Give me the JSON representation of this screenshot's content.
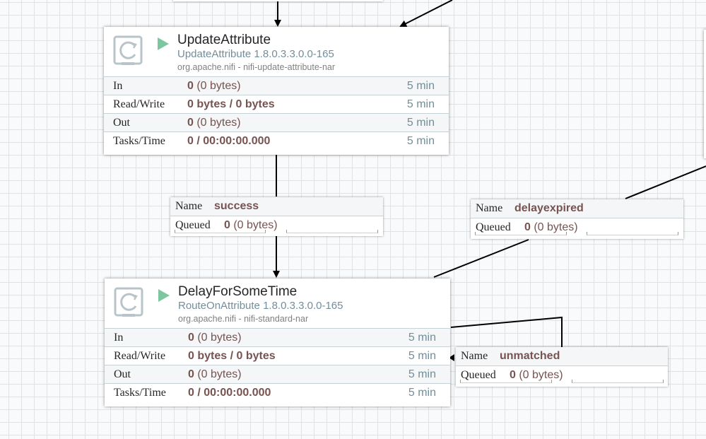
{
  "processors": [
    {
      "name": "UpdateAttribute",
      "type": "UpdateAttribute 1.8.0.3.3.0.0-165",
      "bundle": "org.apache.nifi - nifi-update-attribute-nar",
      "run_icon": "play-icon",
      "stats": [
        {
          "label": "In",
          "count": "0",
          "detail": " (0 bytes)",
          "time": "5 min"
        },
        {
          "label": "Read/Write",
          "count": "0 bytes / 0 bytes",
          "detail": "",
          "time": "5 min"
        },
        {
          "label": "Out",
          "count": "0",
          "detail": " (0 bytes)",
          "time": "5 min"
        },
        {
          "label": "Tasks/Time",
          "count": "0 / 00:00:00.000",
          "detail": "",
          "time": "5 min"
        }
      ]
    },
    {
      "name": "DelayForSomeTime",
      "type": "RouteOnAttribute 1.8.0.3.3.0.0-165",
      "bundle": "org.apache.nifi - nifi-standard-nar",
      "run_icon": "play-icon",
      "stats": [
        {
          "label": "In",
          "count": "0",
          "detail": " (0 bytes)",
          "time": "5 min"
        },
        {
          "label": "Read/Write",
          "count": "0 bytes / 0 bytes",
          "detail": "",
          "time": "5 min"
        },
        {
          "label": "Out",
          "count": "0",
          "detail": " (0 bytes)",
          "time": "5 min"
        },
        {
          "label": "Tasks/Time",
          "count": "0 / 00:00:00.000",
          "detail": "",
          "time": "5 min"
        }
      ]
    }
  ],
  "connections": [
    {
      "name_label": "Name",
      "name": "success",
      "queued_label": "Queued",
      "queued_count": "0",
      "queued_detail": " (0 bytes)"
    },
    {
      "name_label": "Name",
      "name": "delayexpired",
      "queued_label": "Queued",
      "queued_count": "0",
      "queued_detail": " (0 bytes)"
    },
    {
      "name_label": "Name",
      "name": "unmatched",
      "queued_label": "Queued",
      "queued_count": "0",
      "queued_detail": " (0 bytes)"
    }
  ],
  "colors": {
    "run_green": "#7dc7a0",
    "value_brown": "#775351",
    "type_slate": "#728e9b"
  }
}
